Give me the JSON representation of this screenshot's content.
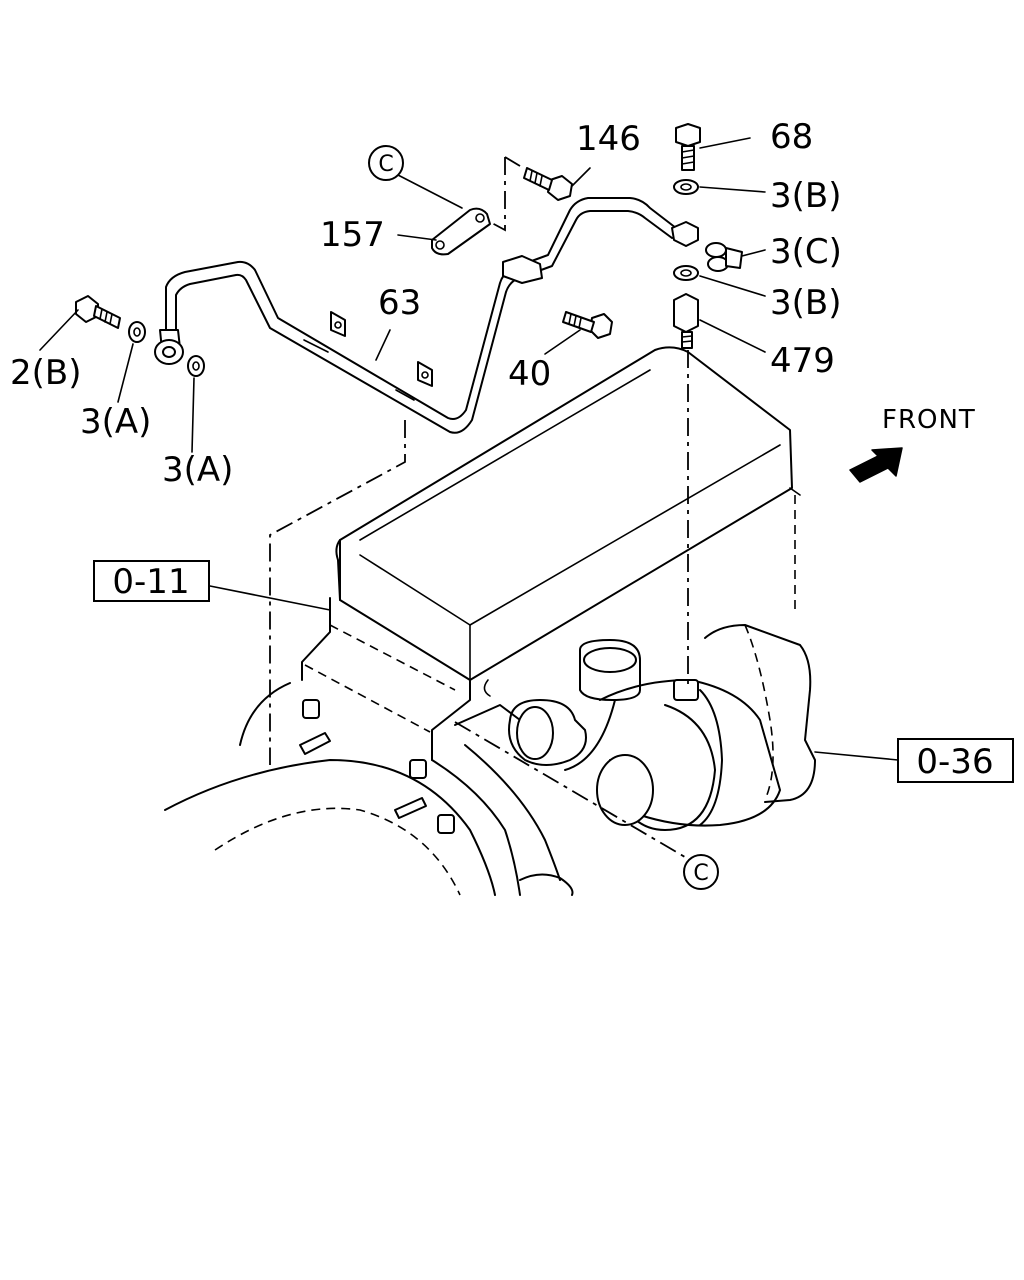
{
  "labels": {
    "p146": "146",
    "p68": "68",
    "p3b_top": "3(B)",
    "p3c": "3(C)",
    "p3b_bottom": "3(B)",
    "p157": "157",
    "p63": "63",
    "p2b": "2(B)",
    "p40": "40",
    "p479": "479",
    "p3a_1": "3(A)",
    "p3a_2": "3(A)"
  },
  "refs": {
    "ref_0_11": "0-11",
    "ref_0_36": "0-36",
    "callout_c": "C"
  },
  "direction": {
    "label": "FRONT",
    "icon": "arrow-icon"
  }
}
